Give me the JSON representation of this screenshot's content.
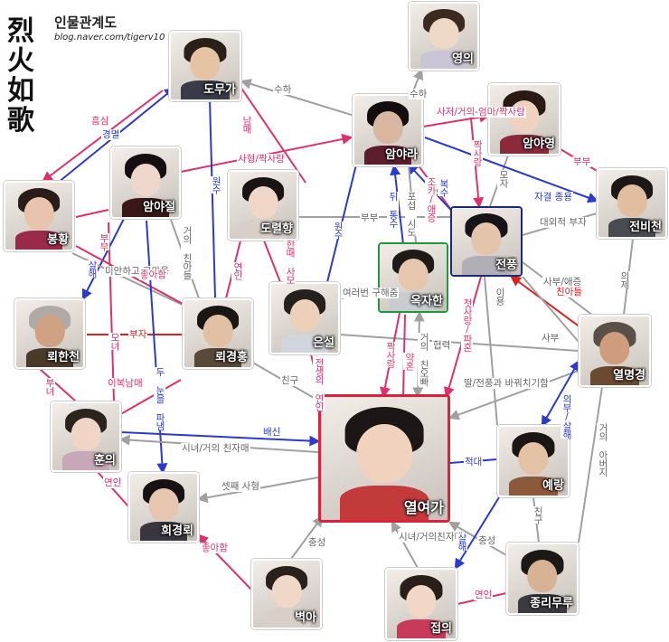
{
  "header": {
    "logo_chars": [
      "烈",
      "火",
      "如",
      "歌"
    ],
    "title": "인물관계도",
    "subtitle": "blog.naver.com/tigerv10"
  },
  "colors": {
    "pink": "#e0306a",
    "blue": "#2a3ad0",
    "gray": "#a0a0a0",
    "red": "#e02020"
  },
  "nodes": [
    {
      "id": "dumoga",
      "label": "도무가",
      "hair": "#2a201a",
      "cloth": "#3a3a48",
      "skin": "#e6c3a2"
    },
    {
      "id": "yeongui",
      "label": "영의",
      "hair": "#3b2a22",
      "cloth": "#c9c4d6",
      "skin": "#f0d8c6"
    },
    {
      "id": "amyara",
      "label": "암야라",
      "hair": "#120e10",
      "cloth": "#5a1e2e",
      "skin": "#d9b6a0"
    },
    {
      "id": "amyayeong",
      "label": "암야영",
      "hair": "#2a1a16",
      "cloth": "#8a2a3a",
      "skin": "#f0d2c0"
    },
    {
      "id": "amyajeol",
      "label": "암야절",
      "hair": "#140f10",
      "cloth": "#3a1818",
      "skin": "#eed6ca"
    },
    {
      "id": "doryeolhyang",
      "label": "도렬향",
      "hair": "#1a1412",
      "cloth": "#d8cfc8",
      "skin": "#efd6c6"
    },
    {
      "id": "jeonbicheon",
      "label": "전비천",
      "hair": "#1c1816",
      "cloth": "#4a4a52",
      "skin": "#e2bea0"
    },
    {
      "id": "bonghwang",
      "label": "봉황",
      "hair": "#2a1c18",
      "cloth": "#9a2a4a",
      "skin": "#e9c4ac"
    },
    {
      "id": "jeonpung",
      "label": "전풍",
      "hair": "#161418",
      "cloth": "#b2aeb6",
      "skin": "#e4c4aa"
    },
    {
      "id": "okjahan",
      "label": "옥자한",
      "hair": "#1e1a18",
      "cloth": "#c8ccd0",
      "skin": "#e6c6ac"
    },
    {
      "id": "gweihancheon",
      "label": "뢰한천",
      "hair": "#b0aaa6",
      "cloth": "#4a3a2a",
      "skin": "#cfa284"
    },
    {
      "id": "gweigyeongheung",
      "label": "뢰경홍",
      "hair": "#1a1614",
      "cloth": "#5a4838",
      "skin": "#e2c0a4"
    },
    {
      "id": "eunseol",
      "label": "은설",
      "hair": "#24201e",
      "cloth": "#d2d6dc",
      "skin": "#ecd0ba"
    },
    {
      "id": "yeolmyeonggyeong",
      "label": "열명경",
      "hair": "#5a5048",
      "cloth": "#6a4a30",
      "skin": "#cf9c7c"
    },
    {
      "id": "huneui",
      "label": "훈의",
      "hair": "#2c221e",
      "cloth": "#c8a8b8",
      "skin": "#f0d4c4"
    },
    {
      "id": "yeolyeoga",
      "label": "열여가",
      "hair": "#1c1616",
      "cloth": "#c23a3a",
      "skin": "#f0d2be"
    },
    {
      "id": "yerang",
      "label": "예랑",
      "hair": "#1a1614",
      "cloth": "#8a5a3a",
      "skin": "#e4c2a6"
    },
    {
      "id": "huigyeonggwoe",
      "label": "희경뢰",
      "hair": "#161214",
      "cloth": "#3a3640",
      "skin": "#e6c6ae"
    },
    {
      "id": "byeoka",
      "label": "벽아",
      "hair": "#2a201c",
      "cloth": "#d8d0c8",
      "skin": "#f0d8c8"
    },
    {
      "id": "jeobui",
      "label": "접의",
      "hair": "#2a1e1a",
      "cloth": "#c83a5a",
      "skin": "#f2d6c6"
    },
    {
      "id": "jongnimuru",
      "label": "종리무루",
      "hair": "#1c1816",
      "cloth": "#3a3a40",
      "skin": "#d8b294"
    }
  ],
  "edges": [
    {
      "label": "흠심"
    },
    {
      "label": "경멸"
    },
    {
      "label": "수하"
    },
    {
      "label": "수하"
    },
    {
      "label": "사저/거의-엄마/짝사랑"
    },
    {
      "label": "남매"
    },
    {
      "label": "사형/짝사랑"
    },
    {
      "label": "원수"
    },
    {
      "label": "짝사랑"
    },
    {
      "label": "모자"
    },
    {
      "label": "부부"
    },
    {
      "label": "자결 종용"
    },
    {
      "label": "조카/애증"
    },
    {
      "label": "복수"
    },
    {
      "label": "부부"
    },
    {
      "label": "뒤 통수"
    },
    {
      "label": "포섭 시도"
    },
    {
      "label": "대외적 부자"
    },
    {
      "label": "부부"
    },
    {
      "label": "살해"
    },
    {
      "label": "거의 친아들"
    },
    {
      "label": "미안하고 고마움"
    },
    {
      "label": "좋아함"
    },
    {
      "label": "한때 사모"
    },
    {
      "label": "원수"
    },
    {
      "label": "여러번 구해줌"
    },
    {
      "label": "의제"
    },
    {
      "label": "사부/애증"
    },
    {
      "label": "친아들"
    },
    {
      "label": "부자"
    },
    {
      "label": "연인"
    },
    {
      "label": "이용"
    },
    {
      "label": "첫사랑/파혼"
    },
    {
      "label": "사부"
    },
    {
      "label": "모녀"
    },
    {
      "label": "이복남매"
    },
    {
      "label": "두 눈을 파냄"
    },
    {
      "label": "친구"
    },
    {
      "label": "전생의 연인"
    },
    {
      "label": "협력"
    },
    {
      "label": "짝사랑"
    },
    {
      "label": "거의 친오빠"
    },
    {
      "label": "약혼"
    },
    {
      "label": "부녀"
    },
    {
      "label": "딸/전풍과 바꿔치기함"
    },
    {
      "label": "의부/살해"
    },
    {
      "label": "배신"
    },
    {
      "label": "시녀/거의 친자매"
    },
    {
      "label": "연인"
    },
    {
      "label": "셋째 사형"
    },
    {
      "label": "적대"
    },
    {
      "label": "거의 아버지"
    },
    {
      "label": "친구"
    },
    {
      "label": "좋아함"
    },
    {
      "label": "충성"
    },
    {
      "label": "시녀/거의친자매"
    },
    {
      "label": "충성"
    },
    {
      "label": "살해"
    },
    {
      "label": "연인"
    }
  ]
}
